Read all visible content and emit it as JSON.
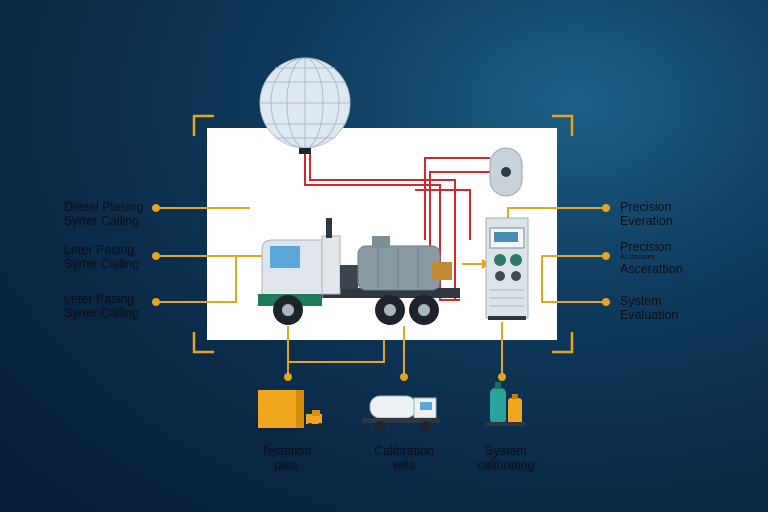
{
  "left_labels": [
    {
      "line1": "Diesel Plasing",
      "line2": "Syrter Cailing"
    },
    {
      "line1": "Leter Pasing",
      "line2": "Syrter Cailing"
    },
    {
      "line1": "Leter Pasing",
      "line2": "Syrter Cailing"
    }
  ],
  "right_labels": [
    {
      "line1": "Precision",
      "line2": "Everation"
    },
    {
      "line1": "Precision",
      "small": "Al scosices",
      "line2": "Ascerattion"
    },
    {
      "line1": "System",
      "line2": "Evaluation"
    }
  ],
  "bottom_labels": [
    {
      "line1": "Testation",
      "line2": "pats"
    },
    {
      "line1": "Calibration",
      "line2": "wits"
    },
    {
      "line1": "System",
      "line2": "calibrating"
    }
  ],
  "colors": {
    "background": "#0a2744",
    "accent_gold": "#e6a51d",
    "wire_red": "#d8262b",
    "truck_green": "#1f7a5a",
    "tank_gray": "#8a9ca3"
  },
  "icons": [
    "globe-icon",
    "gauge-icon",
    "tank-truck-icon",
    "testing-cabinet-icon",
    "cargo-box-icon",
    "small-truck-icon",
    "service-truck-icon",
    "gas-cylinder-icon"
  ]
}
